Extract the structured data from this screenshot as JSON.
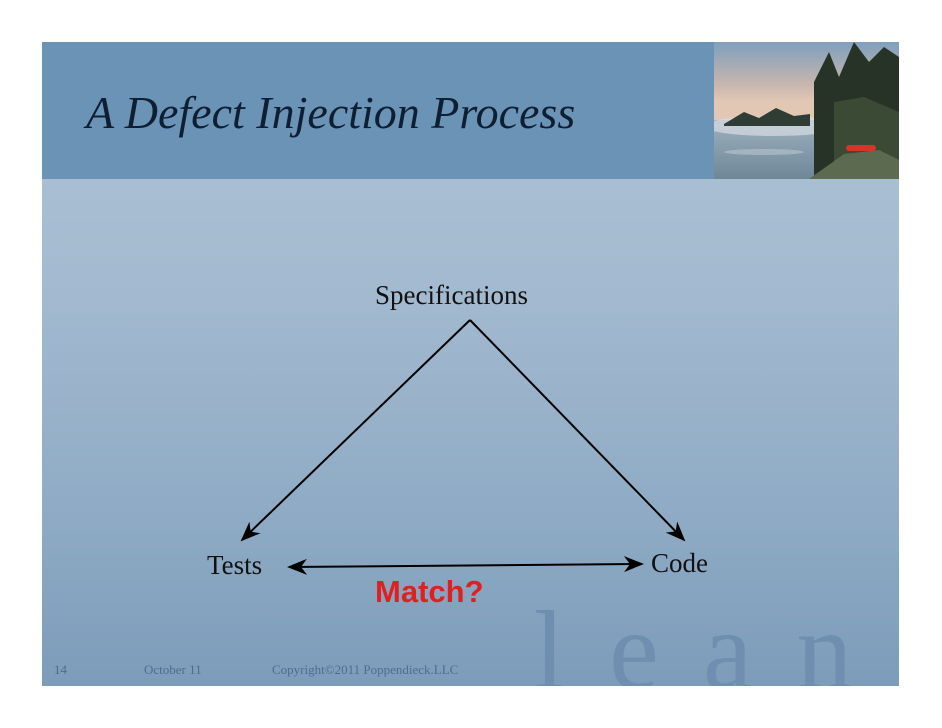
{
  "slide": {
    "title": "A Defect Injection Process",
    "watermark": "lean"
  },
  "diagram": {
    "nodes": {
      "specifications": "Specifications",
      "tests": "Tests",
      "code": "Code"
    },
    "edge_label": "Match?"
  },
  "footer": {
    "slide_number": "14",
    "date": "October 11",
    "copyright": "Copyright©2011 Poppendieck.LLC"
  },
  "colors": {
    "title_bar": "#6b93b6",
    "match_text": "#e02020",
    "watermark": "#6e8fb0"
  }
}
